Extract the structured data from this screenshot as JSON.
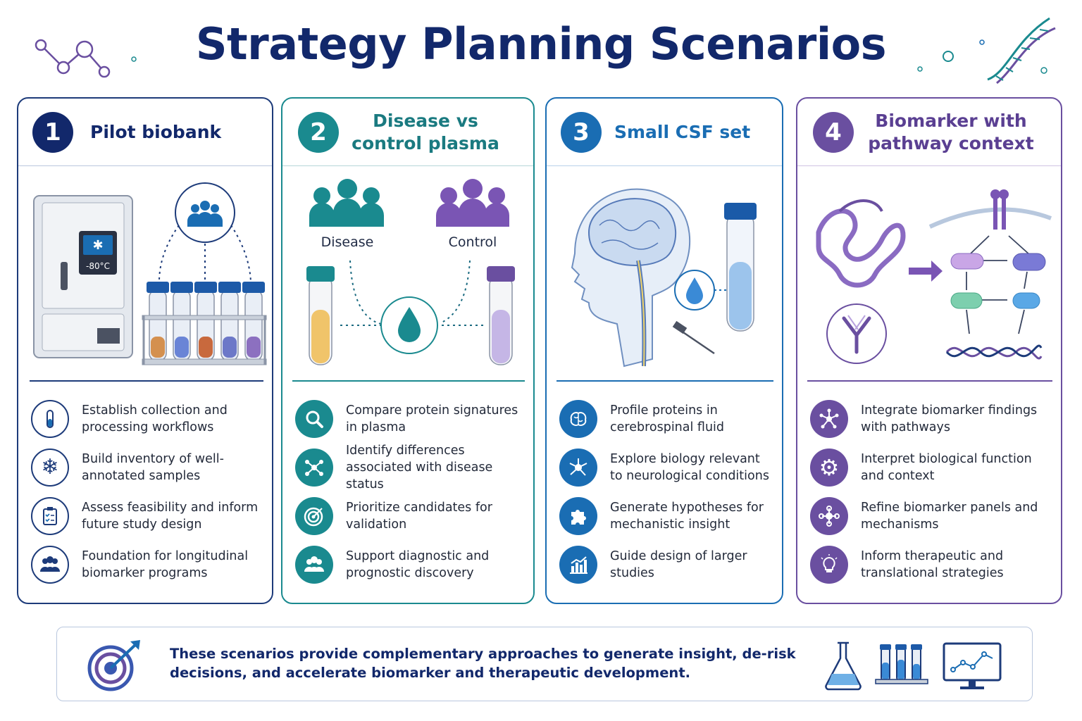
{
  "title": "Strategy Planning Scenarios",
  "colors": {
    "navy": "#1d3b7a",
    "teal": "#1a8a8f",
    "blue": "#1a6db3",
    "purple": "#6a4fa0"
  },
  "cards": [
    {
      "number": "1",
      "title": "Pilot biobank",
      "illustration": {
        "freezer_temp": "-80°C",
        "icons": [
          "freezer-icon",
          "snowflake-icon",
          "group-icon",
          "sample-tubes-icon"
        ]
      },
      "items": [
        {
          "icon": "test-tube-icon",
          "text": "Establish collection and processing workflows"
        },
        {
          "icon": "snowflake-icon",
          "text": "Build inventory of well-annotated samples"
        },
        {
          "icon": "clipboard-icon",
          "text": "Assess feasibility and inform future study design"
        },
        {
          "icon": "people-icon",
          "text": "Foundation for longitudinal biomarker programs"
        }
      ]
    },
    {
      "number": "2",
      "title": "Disease vs control plasma",
      "illustration": {
        "group_a": "Disease",
        "group_b": "Control",
        "icons": [
          "people-icon",
          "test-tube-icon",
          "droplet-icon"
        ]
      },
      "items": [
        {
          "icon": "magnifier-icon",
          "text": "Compare protein signatures in plasma"
        },
        {
          "icon": "network-icon",
          "text": "Identify differences associated with disease status"
        },
        {
          "icon": "target-icon",
          "text": "Prioritize candidates for validation"
        },
        {
          "icon": "group-icon",
          "text": "Support diagnostic and prognostic discovery"
        }
      ]
    },
    {
      "number": "3",
      "title": "Small CSF set",
      "illustration": {
        "icons": [
          "head-brain-icon",
          "droplet-icon",
          "test-tube-icon"
        ]
      },
      "items": [
        {
          "icon": "brain-icon",
          "text": "Profile proteins in cerebrospinal fluid"
        },
        {
          "icon": "neuron-icon",
          "text": "Explore biology relevant to neurological conditions"
        },
        {
          "icon": "puzzle-icon",
          "text": "Generate hypotheses for mechanistic insight"
        },
        {
          "icon": "bar-chart-icon",
          "text": "Guide design of larger studies"
        }
      ]
    },
    {
      "number": "4",
      "title": "Biomarker with pathway context",
      "illustration": {
        "icons": [
          "protein-icon",
          "antibody-icon",
          "pathway-icon",
          "dna-icon"
        ]
      },
      "items": [
        {
          "icon": "network-icon",
          "text": "Integrate biomarker findings with pathways"
        },
        {
          "icon": "gear-icon",
          "text": "Interpret biological function and context"
        },
        {
          "icon": "molecule-icon",
          "text": "Refine biomarker panels and mechanisms"
        },
        {
          "icon": "lightbulb-icon",
          "text": "Inform therapeutic and translational strategies"
        }
      ]
    }
  ],
  "footer": {
    "text": "These scenarios provide complementary approaches to generate insight, de-risk decisions, and accelerate biomarker and therapeutic development.",
    "icons": [
      "target-icon",
      "flask-icon",
      "tube-rack-icon",
      "monitor-chart-icon"
    ]
  }
}
